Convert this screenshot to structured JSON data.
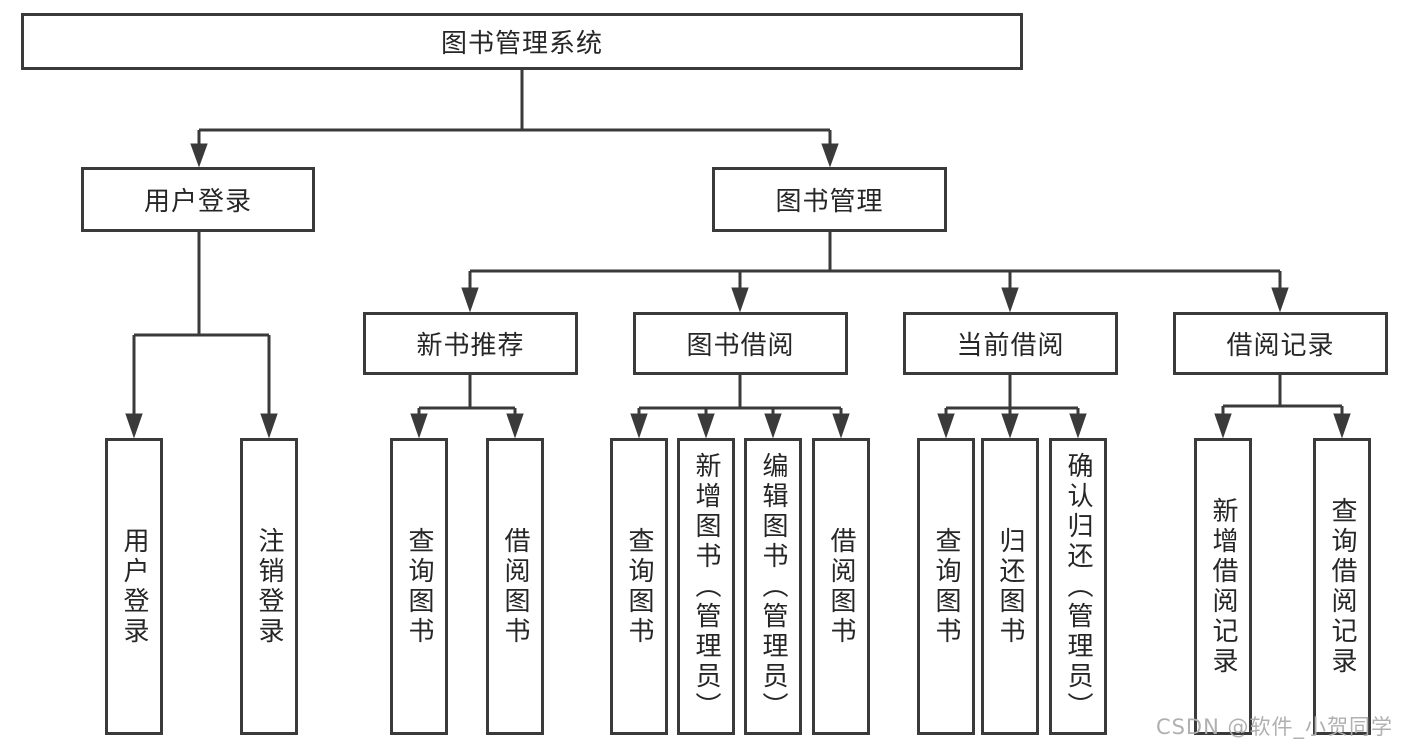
{
  "colors": {
    "line": "#3a3a3a",
    "box_border": "#3a3a3a",
    "text": "#262626",
    "watermark": "#b0b0b0",
    "background": "#ffffff"
  },
  "watermark": {
    "text": "CSDN @软件_小贺同学"
  },
  "tree": {
    "label": "图书管理系统",
    "children": [
      {
        "label": "用户登录",
        "children": [
          {
            "label": "用户登录"
          },
          {
            "label": "注销登录"
          }
        ]
      },
      {
        "label": "图书管理",
        "children": [
          {
            "label": "新书推荐",
            "children": [
              {
                "label": "查询图书"
              },
              {
                "label": "借阅图书"
              }
            ]
          },
          {
            "label": "图书借阅",
            "children": [
              {
                "label": "查询图书"
              },
              {
                "label": "新增图书（管理员）"
              },
              {
                "label": "编辑图书（管理员）"
              },
              {
                "label": "借阅图书"
              }
            ]
          },
          {
            "label": "当前借阅",
            "children": [
              {
                "label": "查询图书"
              },
              {
                "label": "归还图书"
              },
              {
                "label": "确认归还（管理员）"
              }
            ]
          },
          {
            "label": "借阅记录",
            "children": [
              {
                "label": "新增借阅记录"
              },
              {
                "label": "查询借阅记录"
              }
            ]
          }
        ]
      }
    ]
  }
}
